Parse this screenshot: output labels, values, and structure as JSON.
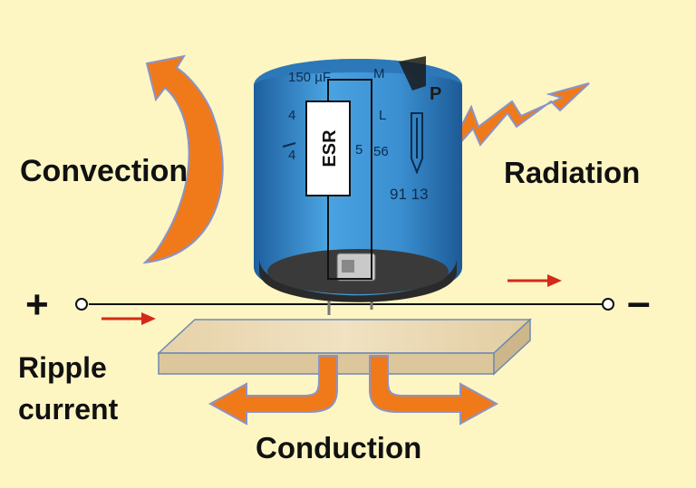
{
  "labels": {
    "convection": "Convection",
    "radiation": "Radiation",
    "conduction": "Conduction",
    "ripple_line1": "Ripple",
    "ripple_line2": "current",
    "plus": "+",
    "minus": "–",
    "esr": "ESR"
  },
  "capacitor_print": {
    "capacitance": "150 µF",
    "tolerance": "M",
    "line2_left": "4",
    "line2_right": "L",
    "line3_left": "4",
    "line3_mid": "5",
    "line3_right": "56",
    "line4": "91  13",
    "brand_partial": "P"
  },
  "colors": {
    "background": "#fdf6c3",
    "arrow_orange": "#f07a1a",
    "arrow_outline": "#8a94c8",
    "current_arrow": "#d42a18",
    "capacitor_blue": "#3a8fd0",
    "board": "#ead9b5"
  },
  "icons": {
    "convection": "curved-arrow-up-left",
    "radiation": "lightning-bolt-arrow",
    "conduction": "split-down-arrows",
    "current": "right-arrow"
  }
}
